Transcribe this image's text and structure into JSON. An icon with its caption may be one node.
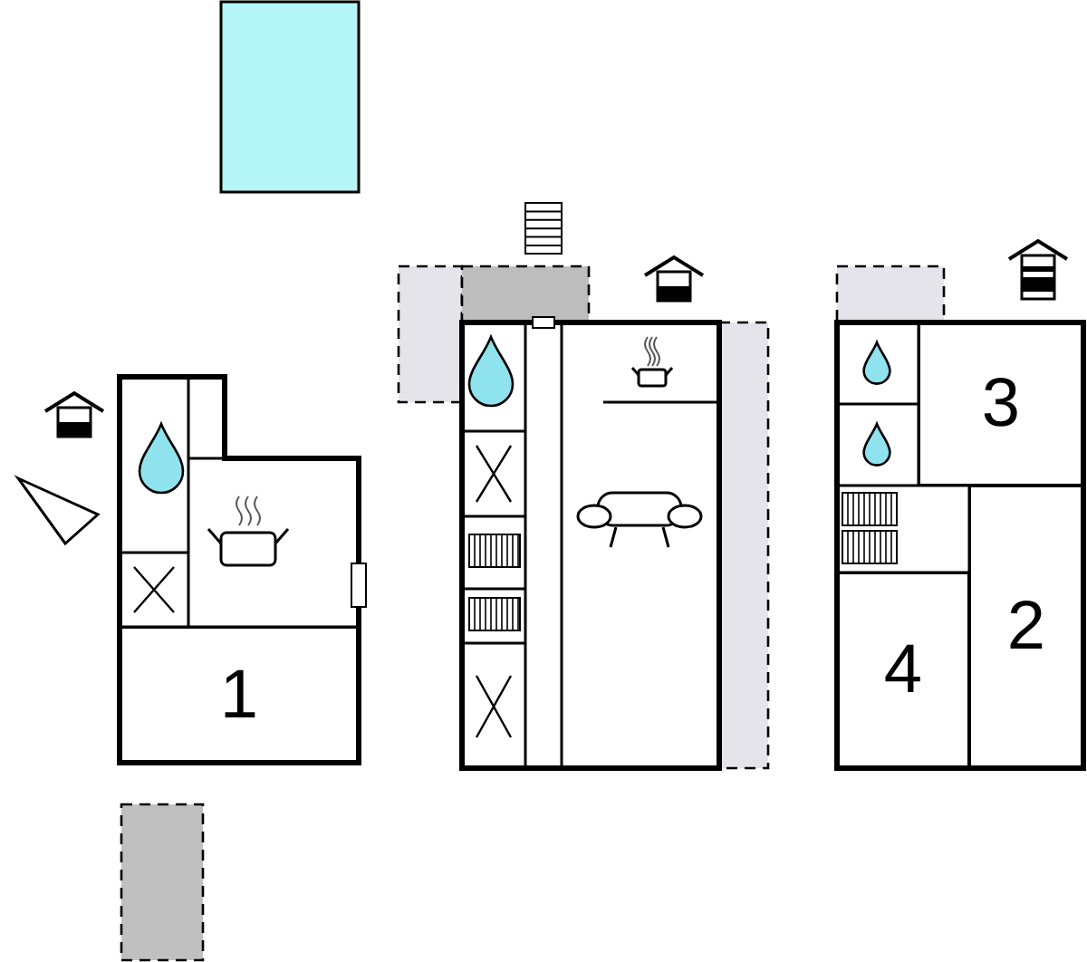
{
  "diagram": {
    "nodes": [
      {
        "text": [
          "3"
        ]
      },
      {
        "text": [
          "1"
        ]
      },
      {
        "text": [
          "4"
        ]
      },
      {
        "text": [
          "2"
        ]
      }
    ]
  }
}
